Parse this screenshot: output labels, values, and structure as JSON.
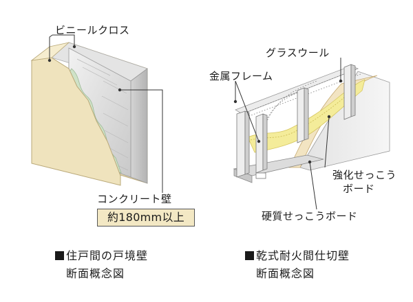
{
  "left_diagram": {
    "label_vinyl": "ビニールクロス",
    "label_concrete": "コンクリート壁",
    "spec": "約180mm以上",
    "caption_line1": "住戸間の戸境壁",
    "caption_line2": "断面概念図"
  },
  "right_diagram": {
    "label_glasswool": "グラスウール",
    "label_frame": "金属フレーム",
    "label_reinforced_line1": "強化せっこう",
    "label_reinforced_line2": "ボード",
    "label_hard": "硬質せっこうボード",
    "caption_line1": "乾式耐火間仕切壁",
    "caption_line2": "断面概念図"
  },
  "colors": {
    "wallpaper": "#efe3bd",
    "concrete": "#d8d8d8",
    "glasswool": "#f4ec9a",
    "board": "#f2e4c2",
    "stud": "#e8e8e8",
    "spec_box": "#f3e8c4"
  }
}
